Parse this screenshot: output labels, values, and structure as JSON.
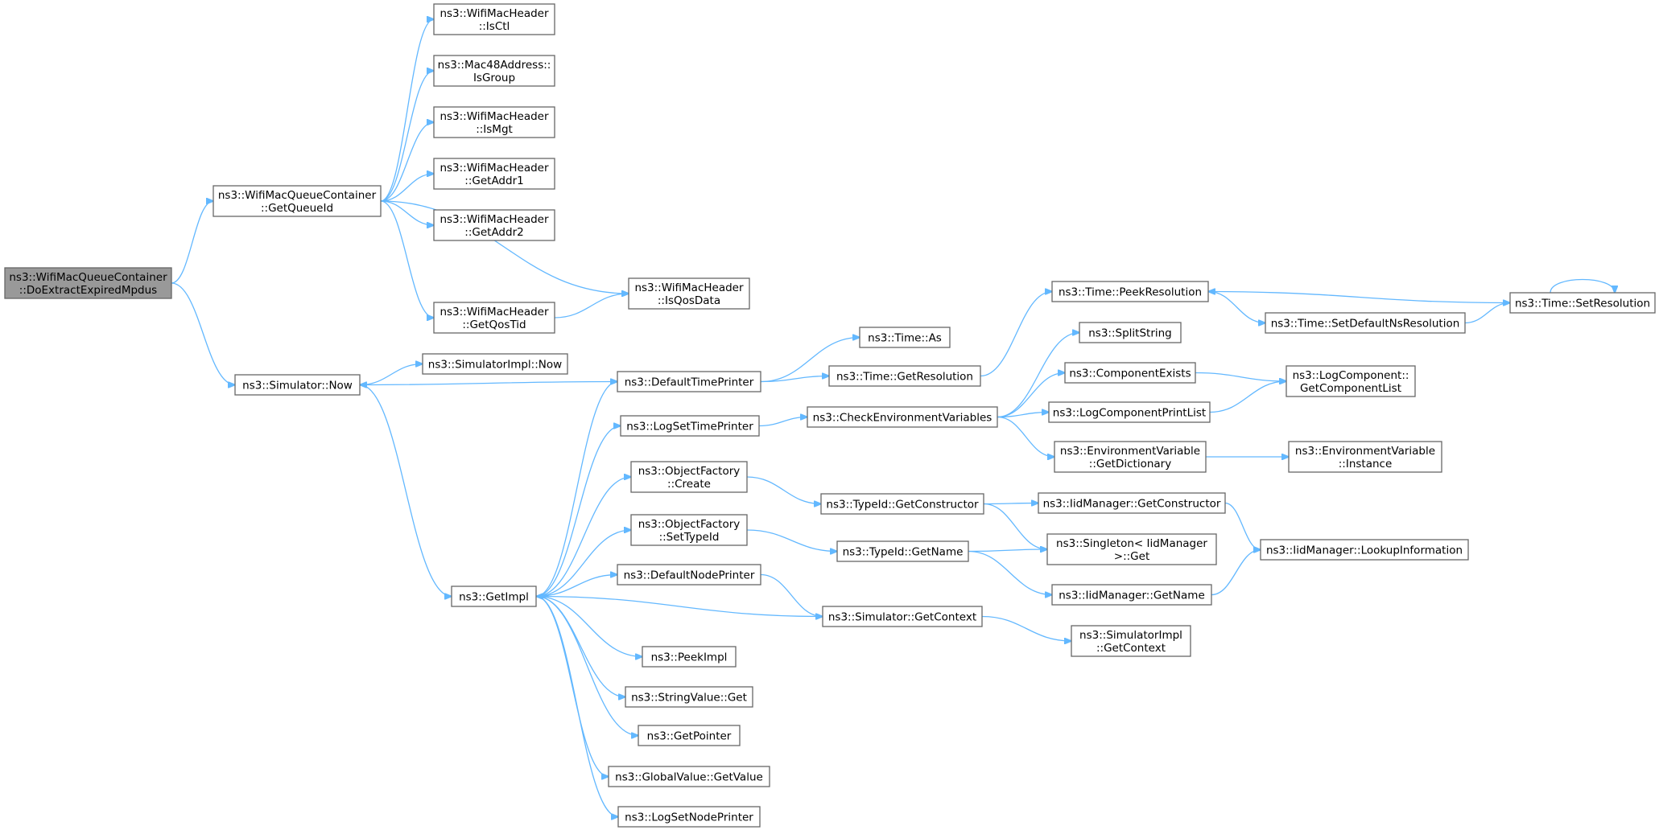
{
  "colors": {
    "edge": "#63b8ff",
    "node_border": "#666666",
    "root_fill": "#999999",
    "node_fill": "#ffffff"
  },
  "nodes": [
    {
      "id": "root",
      "lines": [
        "ns3::WifiMacQueueContainer",
        "::DoExtractExpiredMpdus"
      ],
      "root": true
    },
    {
      "id": "getqueueid",
      "lines": [
        "ns3::WifiMacQueueContainer",
        "::GetQueueId"
      ]
    },
    {
      "id": "simnow",
      "lines": [
        "ns3::Simulator::Now"
      ]
    },
    {
      "id": "isctl",
      "lines": [
        "ns3::WifiMacHeader",
        "::IsCtl"
      ]
    },
    {
      "id": "isgroup",
      "lines": [
        "ns3::Mac48Address::",
        "IsGroup"
      ]
    },
    {
      "id": "ismgt",
      "lines": [
        "ns3::WifiMacHeader",
        "::IsMgt"
      ]
    },
    {
      "id": "getaddr1",
      "lines": [
        "ns3::WifiMacHeader",
        "::GetAddr1"
      ]
    },
    {
      "id": "getaddr2",
      "lines": [
        "ns3::WifiMacHeader",
        "::GetAddr2"
      ]
    },
    {
      "id": "getqostid",
      "lines": [
        "ns3::WifiMacHeader",
        "::GetQosTid"
      ]
    },
    {
      "id": "isqosdata",
      "lines": [
        "ns3::WifiMacHeader",
        "::IsQosData"
      ]
    },
    {
      "id": "simimplnow",
      "lines": [
        "ns3::SimulatorImpl::Now"
      ]
    },
    {
      "id": "getimpl",
      "lines": [
        "ns3::GetImpl"
      ]
    },
    {
      "id": "defaulttimeprinter",
      "lines": [
        "ns3::DefaultTimePrinter"
      ]
    },
    {
      "id": "logsettimeprinter",
      "lines": [
        "ns3::LogSetTimePrinter"
      ]
    },
    {
      "id": "ofcreate",
      "lines": [
        "ns3::ObjectFactory",
        "::Create"
      ]
    },
    {
      "id": "ofsettypeid",
      "lines": [
        "ns3::ObjectFactory",
        "::SetTypeId"
      ]
    },
    {
      "id": "defaultnodeprinter",
      "lines": [
        "ns3::DefaultNodePrinter"
      ]
    },
    {
      "id": "peekimpl",
      "lines": [
        "ns3::PeekImpl"
      ]
    },
    {
      "id": "stringvalueget",
      "lines": [
        "ns3::StringValue::Get"
      ]
    },
    {
      "id": "getpointer",
      "lines": [
        "ns3::GetPointer"
      ]
    },
    {
      "id": "globalvaluegetvalue",
      "lines": [
        "ns3::GlobalValue::GetValue"
      ]
    },
    {
      "id": "logsetnodeprinter",
      "lines": [
        "ns3::LogSetNodePrinter"
      ]
    },
    {
      "id": "timeas",
      "lines": [
        "ns3::Time::As"
      ]
    },
    {
      "id": "timegetresolution",
      "lines": [
        "ns3::Time::GetResolution"
      ]
    },
    {
      "id": "checkenv",
      "lines": [
        "ns3::CheckEnvironmentVariables"
      ]
    },
    {
      "id": "typeidgetconstructor",
      "lines": [
        "ns3::TypeId::GetConstructor"
      ]
    },
    {
      "id": "typeidgetname",
      "lines": [
        "ns3::TypeId::GetName"
      ]
    },
    {
      "id": "simgetcontext",
      "lines": [
        "ns3::Simulator::GetContext"
      ]
    },
    {
      "id": "timepeekresolution",
      "lines": [
        "ns3::Time::PeekResolution"
      ]
    },
    {
      "id": "splitstring",
      "lines": [
        "ns3::SplitString"
      ]
    },
    {
      "id": "componentexists",
      "lines": [
        "ns3::ComponentExists"
      ]
    },
    {
      "id": "logcomponentprintlist",
      "lines": [
        "ns3::LogComponentPrintList"
      ]
    },
    {
      "id": "envgetdictionary",
      "lines": [
        "ns3::EnvironmentVariable",
        "::GetDictionary"
      ]
    },
    {
      "id": "iidgetconstructor",
      "lines": [
        "ns3::IidManager::GetConstructor"
      ]
    },
    {
      "id": "singletonget",
      "lines": [
        "ns3::Singleton< IidManager",
        " >::Get"
      ]
    },
    {
      "id": "iidgetname",
      "lines": [
        "ns3::IidManager::GetName"
      ]
    },
    {
      "id": "simimplgetcontext",
      "lines": [
        "ns3::SimulatorImpl",
        "::GetContext"
      ]
    },
    {
      "id": "timesetdefaultns",
      "lines": [
        "ns3::Time::SetDefaultNsResolution"
      ]
    },
    {
      "id": "logcompgetlist",
      "lines": [
        "ns3::LogComponent::",
        "GetComponentList"
      ]
    },
    {
      "id": "envinstance",
      "lines": [
        "ns3::EnvironmentVariable",
        "::Instance"
      ]
    },
    {
      "id": "iidlookup",
      "lines": [
        "ns3::IidManager::LookupInformation"
      ]
    },
    {
      "id": "timesetresolution",
      "lines": [
        "ns3::Time::SetResolution"
      ]
    }
  ],
  "edges": [
    [
      "root",
      "getqueueid"
    ],
    [
      "root",
      "simnow"
    ],
    [
      "getqueueid",
      "isctl"
    ],
    [
      "getqueueid",
      "isgroup"
    ],
    [
      "getqueueid",
      "ismgt"
    ],
    [
      "getqueueid",
      "getaddr1"
    ],
    [
      "getqueueid",
      "getaddr2"
    ],
    [
      "getqueueid",
      "isqosdata"
    ],
    [
      "getqueueid",
      "getqostid"
    ],
    [
      "getqostid",
      "isqosdata"
    ],
    [
      "simnow",
      "simimplnow"
    ],
    [
      "simnow",
      "getimpl"
    ],
    [
      "getimpl",
      "defaulttimeprinter"
    ],
    [
      "getimpl",
      "logsettimeprinter"
    ],
    [
      "getimpl",
      "ofcreate"
    ],
    [
      "getimpl",
      "ofsettypeid"
    ],
    [
      "getimpl",
      "defaultnodeprinter"
    ],
    [
      "getimpl",
      "peekimpl"
    ],
    [
      "getimpl",
      "stringvalueget"
    ],
    [
      "getimpl",
      "getpointer"
    ],
    [
      "getimpl",
      "globalvaluegetvalue"
    ],
    [
      "getimpl",
      "logsetnodeprinter"
    ],
    [
      "defaulttimeprinter",
      "simnow"
    ],
    [
      "defaulttimeprinter",
      "timeas"
    ],
    [
      "defaulttimeprinter",
      "timegetresolution"
    ],
    [
      "timegetresolution",
      "timepeekresolution"
    ],
    [
      "logsettimeprinter",
      "checkenv"
    ],
    [
      "checkenv",
      "splitstring"
    ],
    [
      "checkenv",
      "componentexists"
    ],
    [
      "checkenv",
      "logcomponentprintlist"
    ],
    [
      "checkenv",
      "envgetdictionary"
    ],
    [
      "componentexists",
      "logcompgetlist"
    ],
    [
      "logcomponentprintlist",
      "logcompgetlist"
    ],
    [
      "envgetdictionary",
      "envinstance"
    ],
    [
      "ofcreate",
      "typeidgetconstructor"
    ],
    [
      "ofsettypeid",
      "typeidgetname"
    ],
    [
      "typeidgetconstructor",
      "iidgetconstructor"
    ],
    [
      "typeidgetconstructor",
      "singletonget"
    ],
    [
      "typeidgetname",
      "singletonget"
    ],
    [
      "typeidgetname",
      "iidgetname"
    ],
    [
      "iidgetconstructor",
      "iidlookup"
    ],
    [
      "iidgetname",
      "iidlookup"
    ],
    [
      "defaultnodeprinter",
      "simgetcontext"
    ],
    [
      "simgetcontext",
      "getimpl"
    ],
    [
      "simgetcontext",
      "simimplgetcontext"
    ],
    [
      "timepeekresolution",
      "timesetdefaultns"
    ],
    [
      "timesetdefaultns",
      "timesetresolution"
    ],
    [
      "timesetresolution",
      "timepeekresolution"
    ],
    [
      "timesetresolution",
      "timesetresolution"
    ]
  ]
}
